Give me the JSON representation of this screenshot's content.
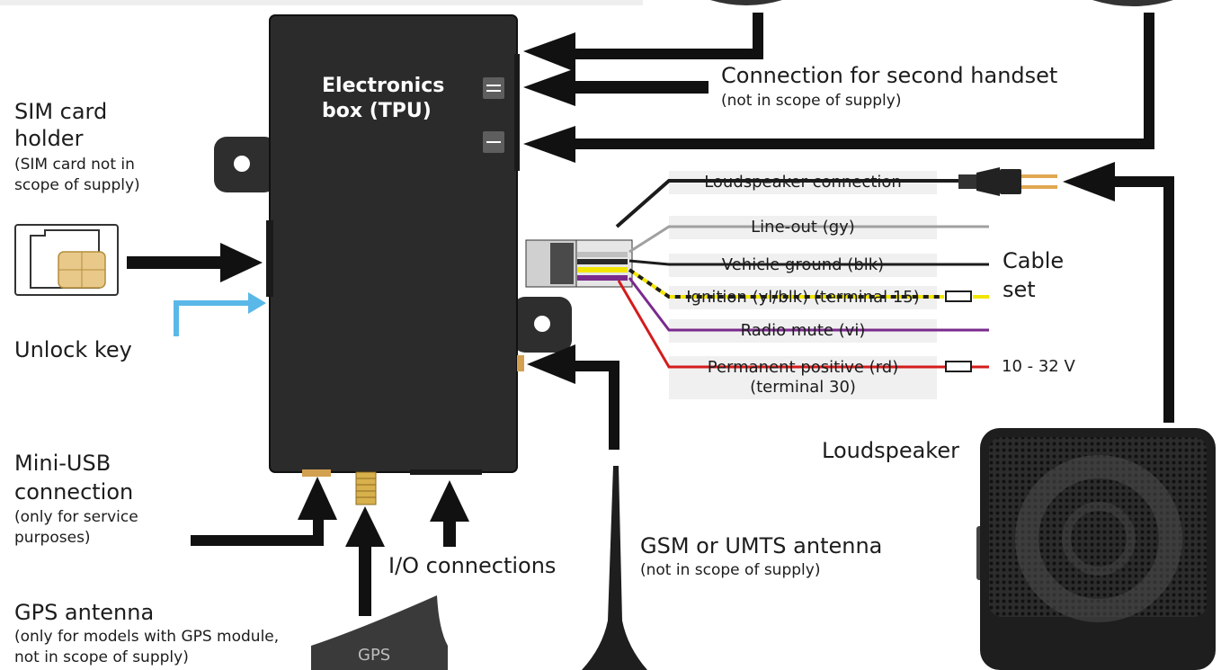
{
  "tpu": {
    "line1": "Electronics",
    "line2": "box (TPU)"
  },
  "labels": {
    "second_handset": "Connection for second handset",
    "second_handset_note": "(not in scope of supply)",
    "sim_title1": "SIM card",
    "sim_title2": "holder",
    "sim_note1": "(SIM card not in",
    "sim_note2": "scope of supply)",
    "unlock_key": "Unlock key",
    "usb_title1": "Mini-USB",
    "usb_title2": "connection",
    "usb_note1": "(only for service",
    "usb_note2": "purposes)",
    "io": "I/O connections",
    "gps_title": "GPS antenna",
    "gps_note1": "(only for models with GPS module,",
    "gps_note2": "not in scope of supply)",
    "gps_badge": "GPS",
    "gsm_title": "GSM or UMTS antenna",
    "gsm_note": "(not in scope of supply)",
    "loudspeaker": "Loudspeaker",
    "cable_set1": "Cable",
    "cable_set2": "set",
    "voltage": "10 - 32 V"
  },
  "wires": [
    {
      "label": "Loudspeaker connection",
      "color": "#1c1c1c"
    },
    {
      "label": "Line-out (gy)",
      "color": "#a0a0a0"
    },
    {
      "label": "Vehicle ground (blk)",
      "color": "#1c1c1c"
    },
    {
      "label": "Ignition (yl/blk) (terminal 15)",
      "color": "#f2e600"
    },
    {
      "label": "Radio mute (vi)",
      "color": "#7a2a8c"
    },
    {
      "label": "Permanent positive (rd)",
      "label2": "(terminal 30)",
      "color": "#d41c1c"
    }
  ],
  "colors": {
    "box": "#2b2b2b",
    "arrow": "#111111",
    "unlock_arrow": "#5ab8e8",
    "panel": "#f0f0f0"
  }
}
